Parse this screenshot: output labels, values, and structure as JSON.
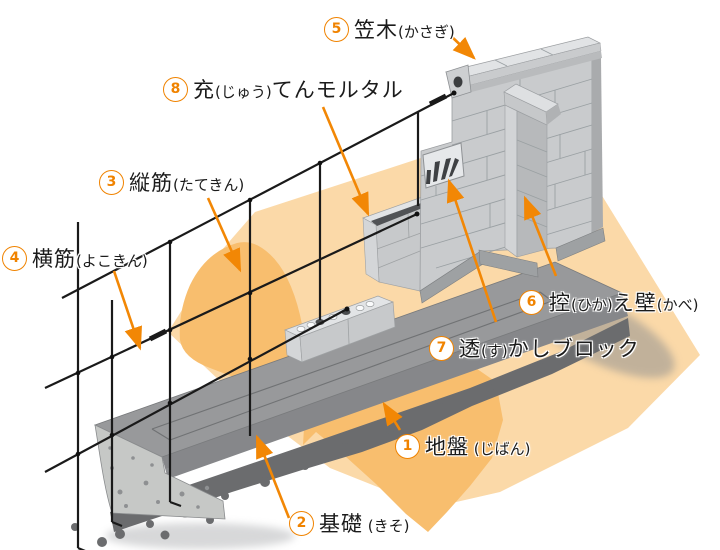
{
  "labels": [
    {
      "key": "jiban",
      "number": "1",
      "full_text": "① 地盤 (じばん)",
      "segments": [
        {
          "text": "地盤",
          "size": "lg"
        },
        {
          "text": " (じばん)",
          "size": "sm"
        }
      ]
    },
    {
      "key": "kiso",
      "number": "2",
      "full_text": "② 基礎 (きそ)",
      "segments": [
        {
          "text": "基礎",
          "size": "lg"
        },
        {
          "text": " (きそ)",
          "size": "sm"
        }
      ]
    },
    {
      "key": "tatekin",
      "number": "3",
      "full_text": "③ 縦筋(たてきん)",
      "segments": [
        {
          "text": "縦筋",
          "size": "lg"
        },
        {
          "text": "(たてきん)",
          "size": "sm"
        }
      ]
    },
    {
      "key": "yokokin",
      "number": "4",
      "full_text": "④ 横筋(よこきん)",
      "segments": [
        {
          "text": "横筋",
          "size": "lg"
        },
        {
          "text": "(よこきん)",
          "size": "sm"
        }
      ]
    },
    {
      "key": "kasagi",
      "number": "5",
      "full_text": "⑤ 笠木(かさぎ)",
      "segments": [
        {
          "text": "笠木",
          "size": "lg"
        },
        {
          "text": "(かさぎ)",
          "size": "sm"
        }
      ]
    },
    {
      "key": "hikaekabe",
      "number": "6",
      "full_text": "⑥ 控(ひか)え壁(かべ)",
      "segments": [
        {
          "text": "控",
          "size": "lg"
        },
        {
          "text": "(ひか)",
          "size": "sm"
        },
        {
          "text": "え壁",
          "size": "lg"
        },
        {
          "text": "(かべ)",
          "size": "sm"
        }
      ]
    },
    {
      "key": "sukashi-block",
      "number": "7",
      "full_text": "⑦ 透(す)かしブロック",
      "segments": [
        {
          "text": "透",
          "size": "lg"
        },
        {
          "text": "(す)",
          "size": "sm"
        },
        {
          "text": "かしブロック",
          "size": "lg"
        }
      ]
    },
    {
      "key": "juten-mortar",
      "number": "8",
      "full_text": "⑧ 充(じゅう)てんモルタル",
      "segments": [
        {
          "text": "充",
          "size": "lg"
        },
        {
          "text": "(じゅう)",
          "size": "sm"
        },
        {
          "text": "てんモルタル",
          "size": "lg"
        }
      ]
    }
  ],
  "palette": {
    "accent_orange": "#F08300",
    "arrow_orange": "#F28705",
    "ground_light": "#FBD9A8",
    "ground_dark": "#F8BE6E",
    "concrete_face": "#C9CBCD",
    "concrete_top": "#E2E4E6",
    "foundation_top": "#98999B",
    "rubble": "#6B6C6E",
    "mortar_dark": "#515356",
    "rebar": "#1A1A1A",
    "text": "#1B1B1B"
  }
}
